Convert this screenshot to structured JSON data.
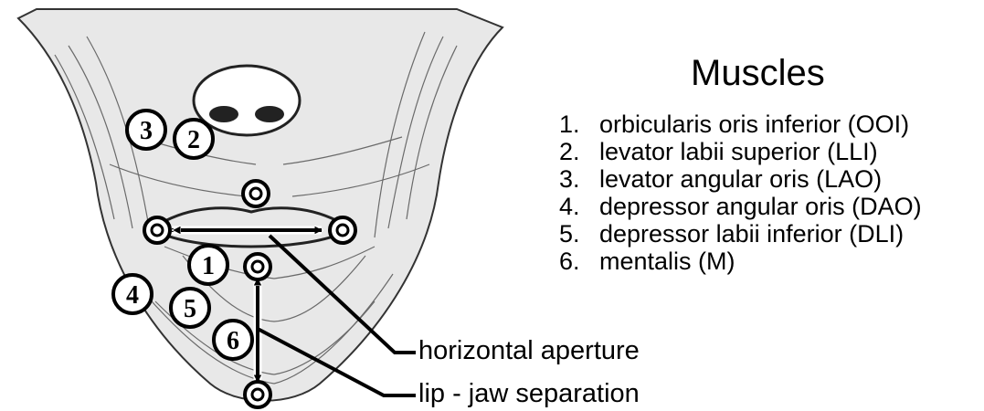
{
  "legend": {
    "title": "Muscles",
    "items": [
      {
        "num": "1.",
        "label": "orbicularis oris inferior (OOI)"
      },
      {
        "num": "2.",
        "label": "levator labii superior (LLI)"
      },
      {
        "num": "3.",
        "label": "levator angular oris (LAO)"
      },
      {
        "num": "4.",
        "label": "depressor angular oris (DAO)"
      },
      {
        "num": "5.",
        "label": "depressor labii inferior (DLI)"
      },
      {
        "num": "6.",
        "label": "mentalis (M)"
      }
    ]
  },
  "markers": [
    "1",
    "2",
    "3",
    "4",
    "5",
    "6"
  ],
  "callouts": {
    "horizontal": "horizontal aperture",
    "vertical": "lip - jaw separation"
  }
}
